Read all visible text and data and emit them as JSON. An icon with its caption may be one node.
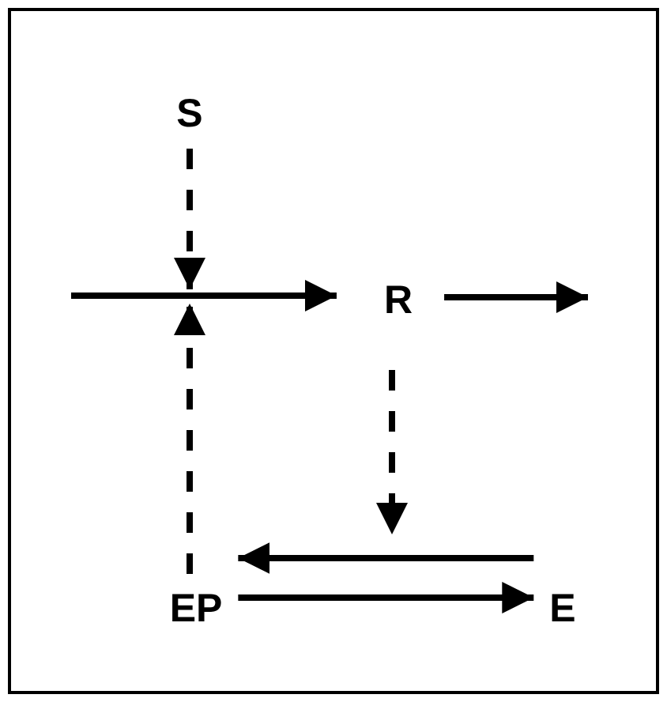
{
  "diagram": {
    "nodes": [
      {
        "text": [
          "S"
        ]
      },
      {
        "text": [
          "R"
        ]
      },
      {
        "text": [
          "EP"
        ]
      },
      {
        "text": [
          "E"
        ]
      }
    ],
    "edges": [
      {
        "from": null,
        "to": 1,
        "arrow": "to"
      },
      {
        "from": 0,
        "to": null,
        "arrow": "to",
        "style": "dashed"
      },
      {
        "from": 2,
        "to": null,
        "arrow": "to",
        "style": "dashed"
      },
      {
        "from": 1,
        "to": null,
        "arrow": "to"
      },
      {
        "from": 1,
        "to": null,
        "arrow": "to",
        "style": "dashed"
      },
      {
        "from": 3,
        "to": 2,
        "arrow": "to"
      },
      {
        "from": 2,
        "to": 3,
        "arrow": "to"
      }
    ]
  }
}
